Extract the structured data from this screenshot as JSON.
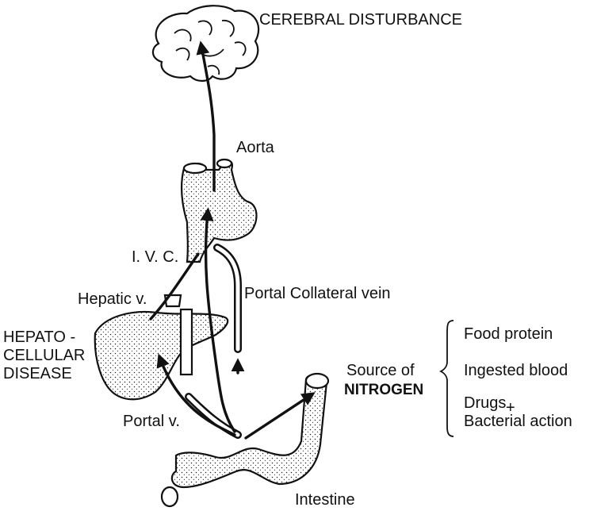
{
  "labels": {
    "title": "CEREBRAL  DISTURBANCE",
    "aorta": "Aorta",
    "ivc": "I. V. C.",
    "hepatic_v": "Hepatic  v.",
    "portal_collateral": "Portal  Collateral  vein",
    "hepato_lines": [
      "HEPATO -",
      "CELLULAR",
      "DISEASE"
    ],
    "portal_v": "Portal  v.",
    "source_of": "Source of",
    "nitrogen": "NITROGEN",
    "intestine": "Intestine"
  },
  "sources": [
    "Food  protein",
    "Ingested  blood",
    "Drugs",
    "+",
    "Bacterial  action"
  ]
}
